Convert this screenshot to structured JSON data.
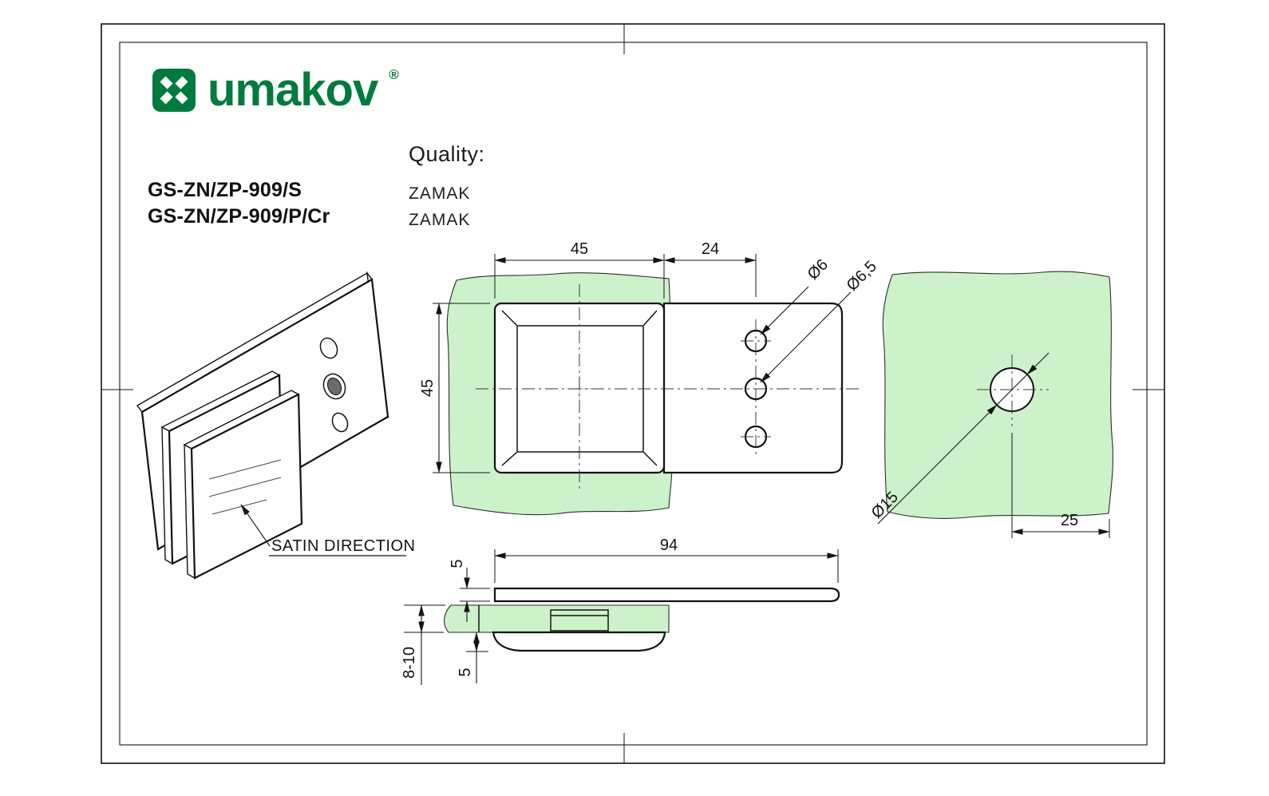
{
  "brand": {
    "name": "umakov",
    "registered_mark": "®",
    "color": "#007a3e"
  },
  "header": {
    "quality_label": "Quality:",
    "products": [
      {
        "code": "GS-ZN/ZP-909/S",
        "quality": "ZAMAK"
      },
      {
        "code": "GS-ZN/ZP-909/P/Cr",
        "quality": "ZAMAK"
      }
    ]
  },
  "labels": {
    "satin_direction": "SATIN DIRECTION"
  },
  "dims": {
    "front_width": "45",
    "tab_width": "24",
    "front_height": "45",
    "hole_small_dia": "Ø6",
    "hole_large_dia": "Ø6,5",
    "glass_hole_dia": "Ø15",
    "hole_edge_offset": "25",
    "total_length": "94",
    "top_plate_thickness": "5",
    "glass_thickness": "8-10",
    "cover_plate_thickness": "5"
  },
  "colors": {
    "glass": "#cdf2cb",
    "accent": "#007a3e",
    "line": "#141414"
  }
}
